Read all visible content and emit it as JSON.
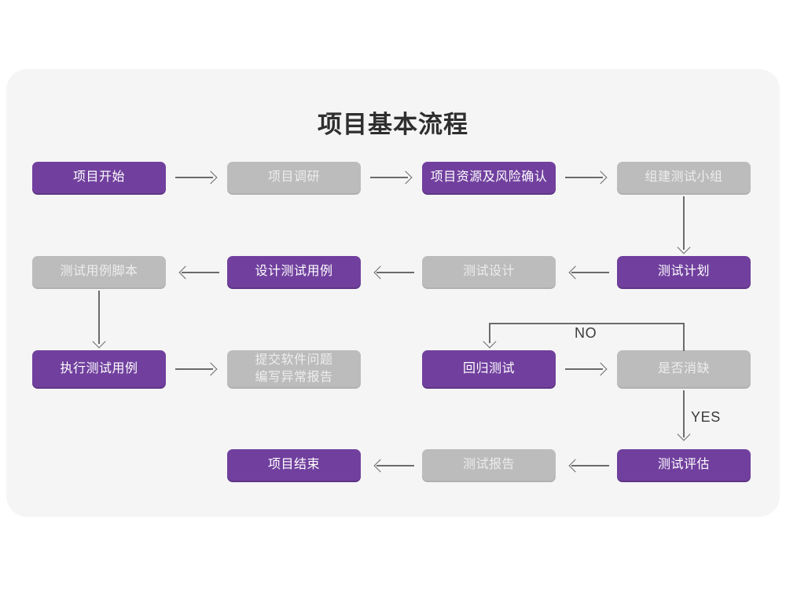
{
  "page": {
    "background": "#ffffff",
    "card_background": "#f5f5f5",
    "accent_purple": "#71409e",
    "accent_gray": "#bcbcbc",
    "connector_color": "#6b6b6b"
  },
  "title": "项目基本流程",
  "nodes": {
    "n1": {
      "label": "项目开始",
      "style": "purple"
    },
    "n2": {
      "label": "项目调研",
      "style": "gray"
    },
    "n3": {
      "label": "项目资源及风险确认",
      "style": "purple"
    },
    "n4": {
      "label": "组建测试小组",
      "style": "gray"
    },
    "n5": {
      "label": "测试计划",
      "style": "purple"
    },
    "n6": {
      "label": "测试设计",
      "style": "gray"
    },
    "n7": {
      "label": "设计测试用例",
      "style": "purple"
    },
    "n8": {
      "label": "测试用例脚本",
      "style": "gray"
    },
    "n9": {
      "label": "执行测试用例",
      "style": "purple"
    },
    "n10": {
      "label_line1": "提交软件问题",
      "label_line2": "编写异常报告",
      "style": "gray"
    },
    "n11": {
      "label": "回归测试",
      "style": "purple"
    },
    "n12": {
      "label": "是否消缺",
      "style": "gray"
    },
    "n13": {
      "label": "测试评估",
      "style": "purple"
    },
    "n14": {
      "label": "测试报告",
      "style": "gray"
    },
    "n15": {
      "label": "项目结束",
      "style": "purple"
    }
  },
  "edge_labels": {
    "no": "NO",
    "yes": "YES"
  }
}
